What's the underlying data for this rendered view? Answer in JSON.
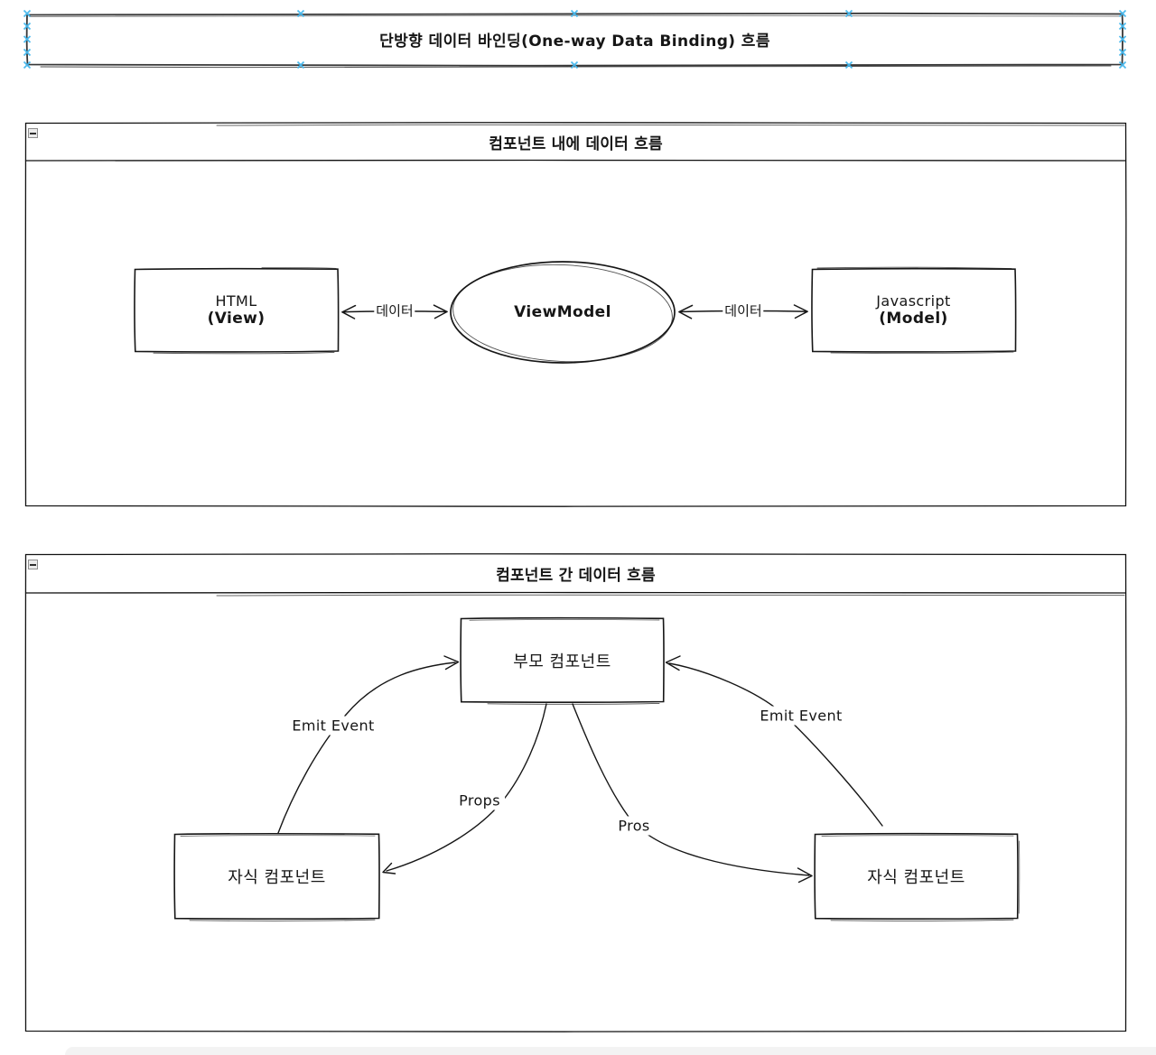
{
  "title_box": {
    "text": "단방향 데이터 바인딩(One-way Data Binding) 흐름"
  },
  "container1": {
    "title": "컴포넌트 내에 데이터 흐름",
    "html_node": {
      "line1": "HTML",
      "line2": "(View)"
    },
    "viewmodel_node": {
      "label": "ViewModel"
    },
    "js_node": {
      "line1": "Javascript",
      "line2": "(Model)"
    },
    "edge_left_label": "데이터",
    "edge_right_label": "데이터"
  },
  "container2": {
    "title": "컴포넌트 간 데이터 흐름",
    "parent_node": "부모 컴포넌트",
    "child_left_node": "자식 컴포넌트",
    "child_right_node": "자식 컴포넌트",
    "edge_emit_left": "Emit Event",
    "edge_emit_right": "Emit Event",
    "edge_props": "Props",
    "edge_pros": "Pros"
  },
  "icons": {
    "collapse": "minus-square",
    "connection_point": "x-cross"
  },
  "colors": {
    "stroke": "#161616",
    "connection_point": "#45b8ee",
    "partial_shape_fill": "#f3f3f3"
  }
}
